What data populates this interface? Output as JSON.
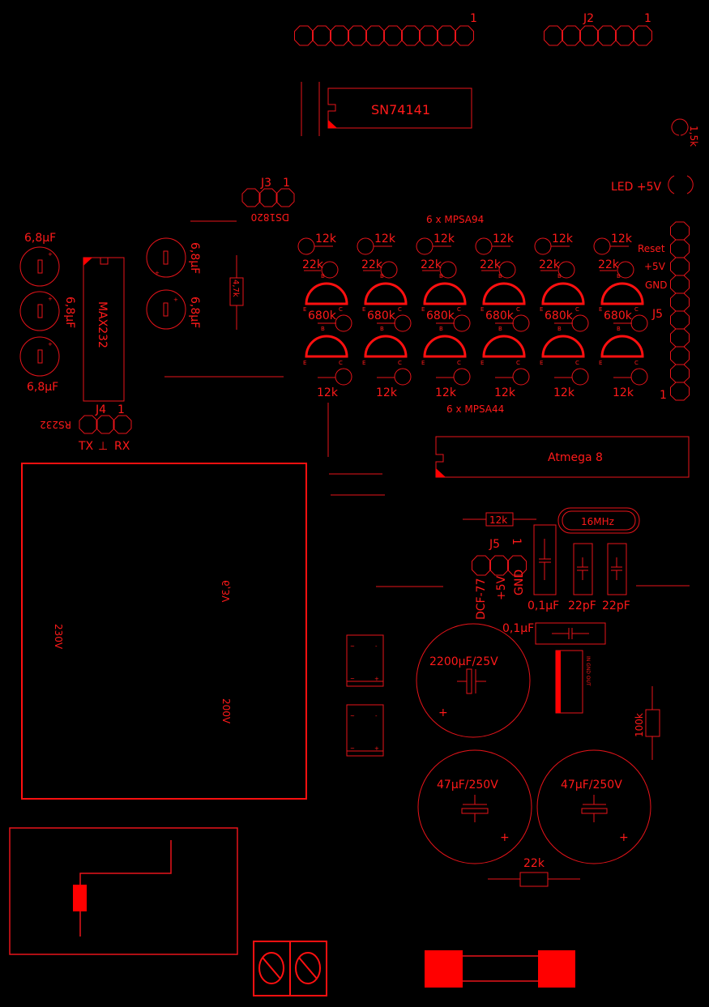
{
  "board": {
    "color": "#ff1a1a",
    "background": "#000000"
  },
  "top": {
    "header_pin1": "1",
    "j2_label": "J2",
    "j2_pin1": "1",
    "sn_chip": "SN74141",
    "r_1k5": "1,5k",
    "led_label": "LED +5V"
  },
  "j3": {
    "label": "J3",
    "pin1": "1",
    "sensor": "DS1820"
  },
  "max232_block": {
    "chip": "MAX232",
    "caps": [
      "6,8µF",
      "6,8µF",
      "6,8µF",
      "6,8µF",
      "6,8µF"
    ],
    "r_4k7": "4,7k",
    "j4_label": "J4",
    "j4_pin1": "1",
    "rs232": "RS232",
    "tx": "TX",
    "gnd_symbol": "⊥",
    "rx": "RX"
  },
  "drivers": {
    "top_title": "6 x MPSA94",
    "bottom_title": "6 x MPSA44",
    "columns": [
      {
        "r_top": "12k",
        "r_mid": "22k",
        "r_low": "680k",
        "r_bottom": "12k"
      },
      {
        "r_top": "12k",
        "r_mid": "22k",
        "r_low": "680k",
        "r_bottom": "12k"
      },
      {
        "r_top": "12k",
        "r_mid": "22k",
        "r_low": "680k",
        "r_bottom": "12k"
      },
      {
        "r_top": "12k",
        "r_mid": "22k",
        "r_low": "680k",
        "r_bottom": "12k"
      },
      {
        "r_top": "12k",
        "r_mid": "22k",
        "r_low": "680k",
        "r_bottom": "12k"
      },
      {
        "r_top": "12k",
        "r_mid": "22k",
        "r_low": "680k",
        "r_bottom": "12k"
      }
    ],
    "pin_b": "B",
    "pin_e": "E",
    "pin_c": "C"
  },
  "j5_right": {
    "label": "J5",
    "reset": "Reset",
    "vcc": "+5V",
    "gnd": "GND",
    "pin1": "1"
  },
  "mcu": {
    "chip": "Atmega 8",
    "r_12k": "12k",
    "crystal": "16MHz",
    "c1": "0,1µF",
    "c2": "22pF",
    "c3": "22pF",
    "c4": "0,1µF"
  },
  "j5_dcf": {
    "label": "J5",
    "pin1": "1",
    "dcf": "DCF-77",
    "vcc": "+5V",
    "gnd": "GND"
  },
  "transformer": {
    "primary": "230V",
    "secondary_low": "6,3V",
    "secondary_high": "200V"
  },
  "power": {
    "bridge_ac": "~",
    "bridge_minus": "-",
    "bridge_plus": "+",
    "c_main": "2200µF/25V",
    "c_hv1": "47µF/250V",
    "c_hv2": "47µF/250V",
    "plus": "+",
    "reg_pins": "IN GND OUT",
    "r_100k": "100k",
    "r_22k": "22k"
  }
}
